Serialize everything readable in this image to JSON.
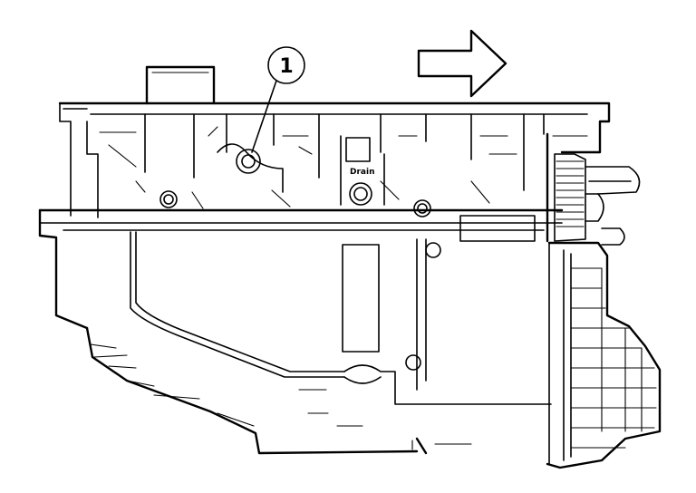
{
  "callouts": [
    {
      "number": "1"
    }
  ],
  "labels": {
    "drain": "Drain"
  },
  "arrow": {
    "direction": "right"
  }
}
